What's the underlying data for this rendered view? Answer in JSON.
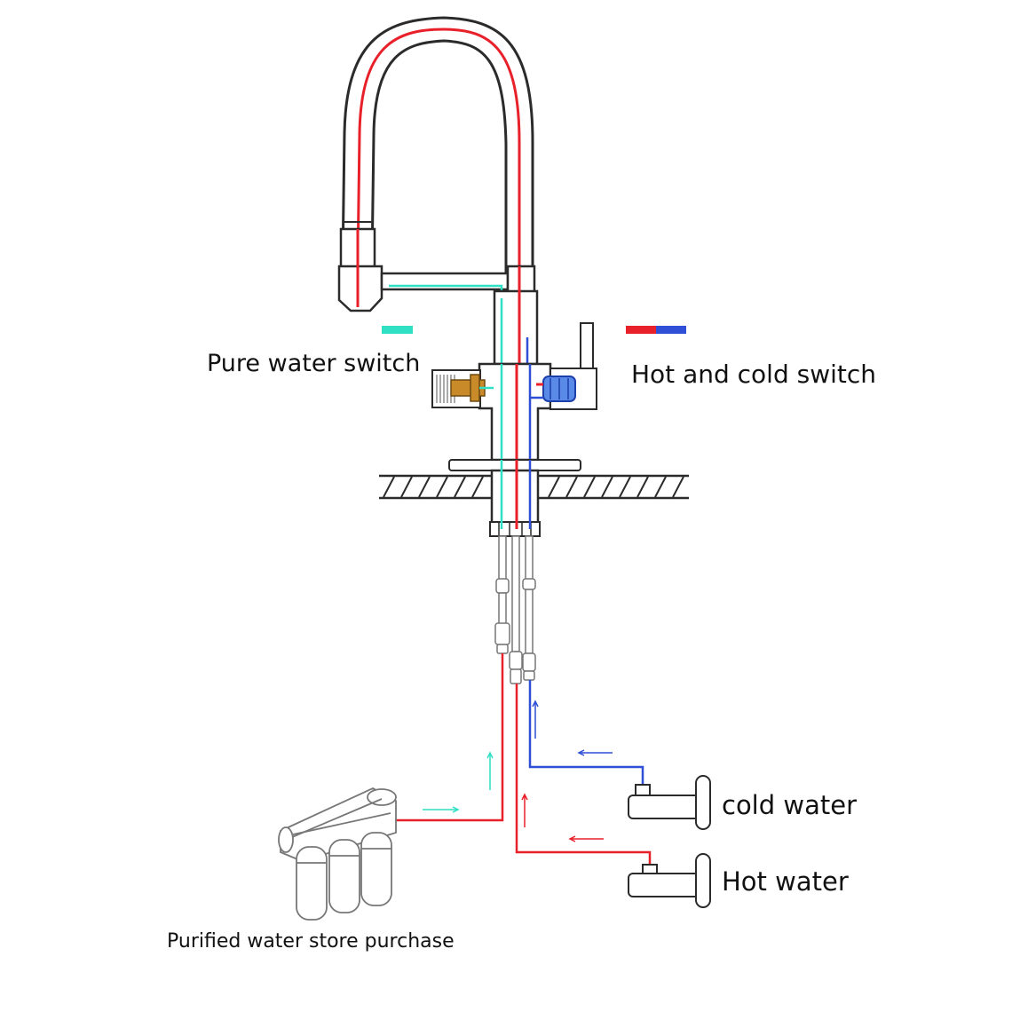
{
  "labels": {
    "pure_water_switch": "Pure water switch",
    "hot_and_cold_switch": "Hot and cold switch",
    "cold_water": "cold water",
    "hot_water": "Hot water",
    "purified_water": "Purified water store purchase"
  },
  "colors": {
    "hot": "#e8202a",
    "cold": "#2e4fd6",
    "pure": "#2fe0c4",
    "outline": "#2b2b2b",
    "brass": "#c98a2a"
  }
}
